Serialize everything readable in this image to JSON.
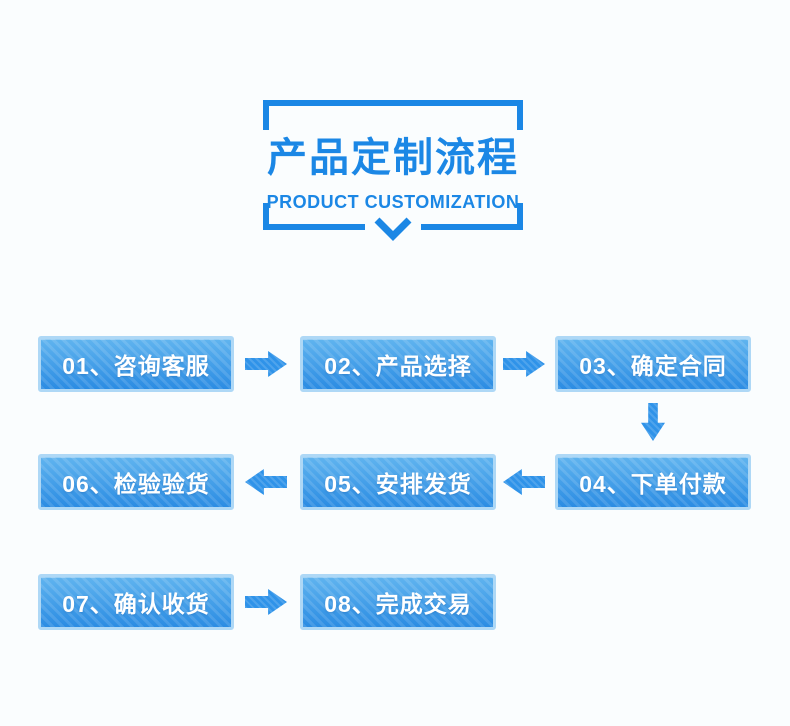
{
  "page": {
    "background_color": "#fafdfe"
  },
  "header": {
    "title": "产品定制流程",
    "subtitle": "PRODUCT CUSTOMIZATION",
    "accent_color": "#1b87e5"
  },
  "flow": {
    "style": {
      "box_border_color": "#aed8f6",
      "box_gradient_top": "#60b4ef",
      "box_gradient_bottom": "#2b8ce3",
      "box_text_color": "#ffffff",
      "arrow_color": "#2f93e9"
    },
    "steps": [
      {
        "label": "01、咨询客服"
      },
      {
        "label": "02、产品选择"
      },
      {
        "label": "03、确定合同"
      },
      {
        "label": "04、下单付款"
      },
      {
        "label": "05、安排发货"
      },
      {
        "label": "06、检验验货"
      },
      {
        "label": "07、确认收货"
      },
      {
        "label": "08、完成交易"
      }
    ]
  }
}
